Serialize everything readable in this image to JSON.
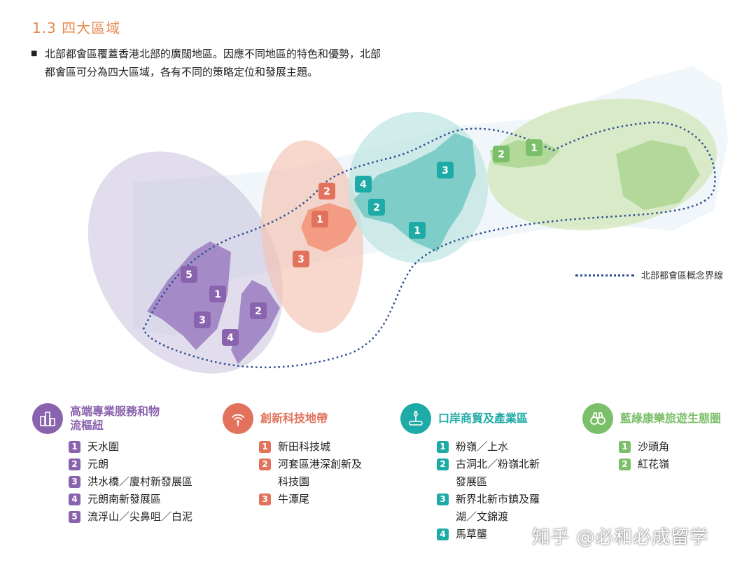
{
  "heading": "1.3 四大區域",
  "intro_bullet": "■",
  "intro": "北部都會區覆蓋香港北部的廣闊地區。因應不同地區的特色和優勢，北部都會區可分為四大區域，各有不同的策略定位和發展主題。",
  "legend_boundary": "北部都會區概念界線",
  "colors": {
    "purple": "#8a63ae",
    "red": "#e2725b",
    "teal": "#1eaaa6",
    "green": "#7cbf6a"
  },
  "groups": [
    {
      "title": "高端專業服務和物流樞紐",
      "icon": "buildings-icon",
      "color": "#8a63ae",
      "items": [
        {
          "n": "1",
          "t": "天水圍"
        },
        {
          "n": "2",
          "t": "元朗"
        },
        {
          "n": "3",
          "t": "洪水橋／廈村新發展區"
        },
        {
          "n": "4",
          "t": "元朗南新發展區"
        },
        {
          "n": "5",
          "t": "流浮山／尖鼻咀／白泥"
        }
      ]
    },
    {
      "title": "創新科技地帶",
      "icon": "wifi-signal-icon",
      "color": "#e2725b",
      "items": [
        {
          "n": "1",
          "t": "新田科技城"
        },
        {
          "n": "2",
          "t": "河套區港深創新及科技園"
        },
        {
          "n": "3",
          "t": "牛潭尾"
        }
      ]
    },
    {
      "title": "口岸商貿及產業區",
      "icon": "robot-arm-icon",
      "color": "#1eaaa6",
      "items": [
        {
          "n": "1",
          "t": "粉嶺／上水"
        },
        {
          "n": "2",
          "t": "古洞北／粉嶺北新發展區"
        },
        {
          "n": "3",
          "t": "新界北新市鎮及羅湖／文錦渡"
        },
        {
          "n": "4",
          "t": "馬草壟"
        }
      ]
    },
    {
      "title": "藍綠康樂旅遊生態圈",
      "icon": "binoculars-icon",
      "color": "#7cbf6a",
      "items": [
        {
          "n": "1",
          "t": "沙頭角"
        },
        {
          "n": "2",
          "t": "紅花嶺"
        }
      ]
    }
  ],
  "map_labels": {
    "purple": [
      "5",
      "1",
      "3",
      "2",
      "4"
    ],
    "red": [
      "2",
      "1",
      "3"
    ],
    "teal": [
      "4",
      "2",
      "3",
      "1"
    ],
    "green": [
      "2",
      "1"
    ]
  },
  "watermark": "知乎 @必和必成留学"
}
